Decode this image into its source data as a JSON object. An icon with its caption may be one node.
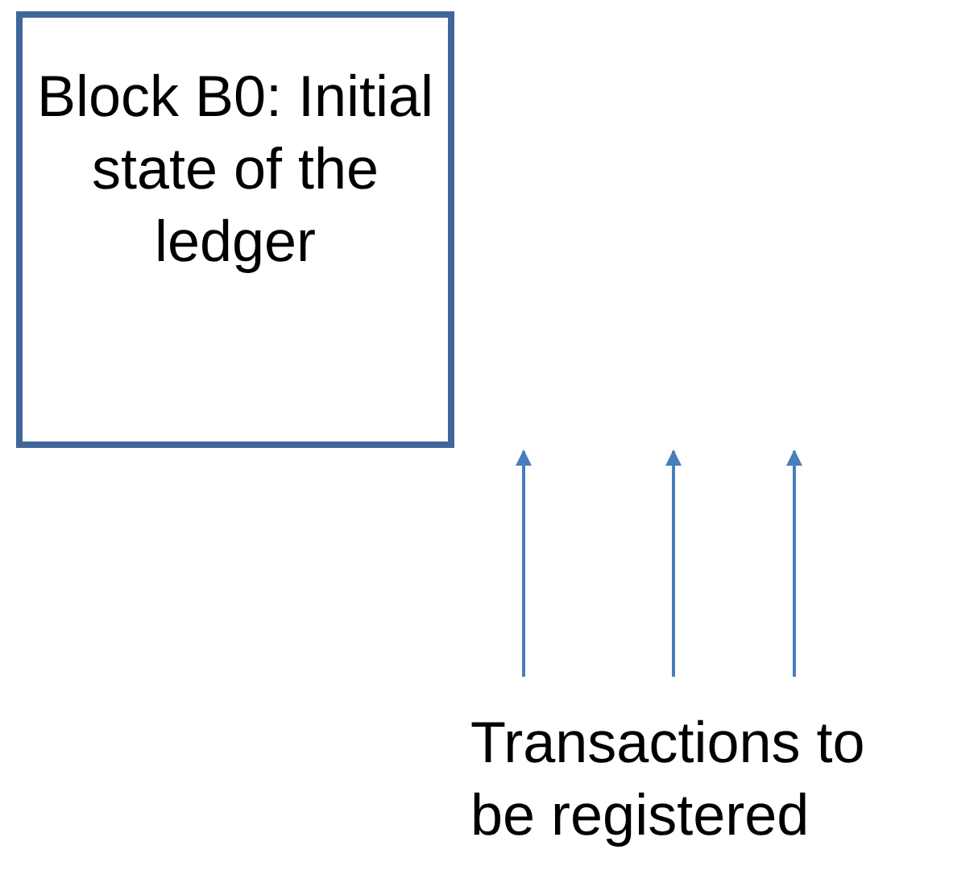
{
  "diagram": {
    "nodes": [
      {
        "text": [
          "Block B0: Initial state of the ledger"
        ]
      },
      {
        "text": [
          "Transactions to be registered"
        ]
      }
    ],
    "edges": [
      {
        "from": 1,
        "to": null,
        "arrow": "to"
      },
      {
        "from": 1,
        "to": null,
        "arrow": "to"
      },
      {
        "from": 1,
        "to": null,
        "arrow": "to"
      }
    ]
  }
}
